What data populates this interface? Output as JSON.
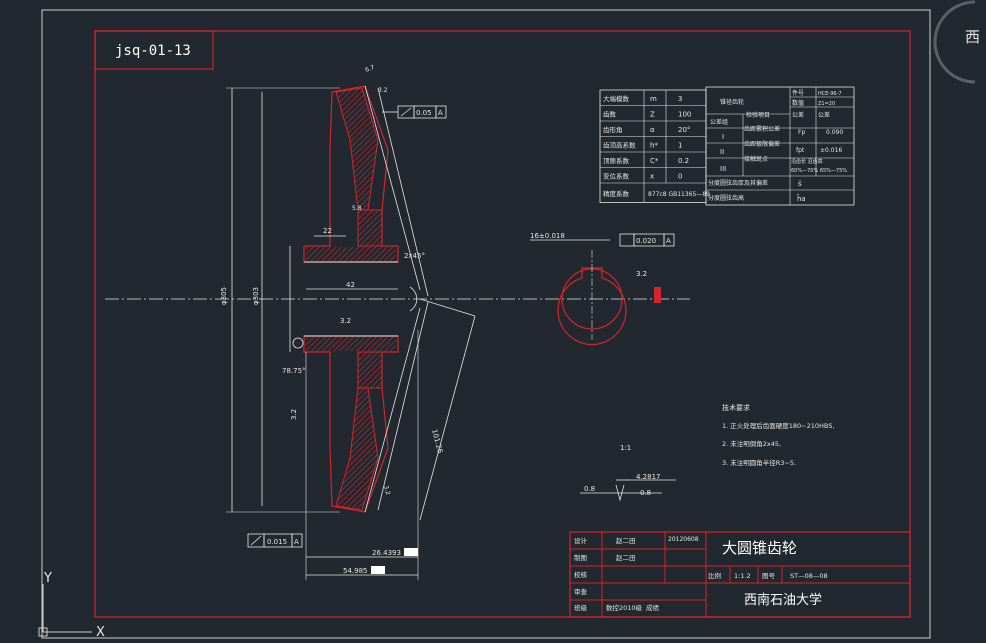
{
  "drawing_id": "jsq-01-13",
  "title_block": {
    "part_name": "大圆锥齿轮",
    "school": "西南石油大学",
    "rows": [
      {
        "label": "设计",
        "name": "赵二田",
        "date": "20120608"
      },
      {
        "label": "制图",
        "name": "赵二田"
      },
      {
        "label": "校核"
      },
      {
        "label": "审查"
      },
      {
        "label": "班级",
        "name": "数控2010级",
        "extra": "成绩"
      }
    ],
    "scale_label": "比例",
    "scale_value": "1:1.2",
    "drawing_no_label": "图号",
    "drawing_no_value": "ST—08—08"
  },
  "gear_params": [
    {
      "name": "大端模数",
      "symbol": "m",
      "value": "3"
    },
    {
      "name": "齿数",
      "symbol": "Z",
      "value": "100"
    },
    {
      "name": "齿形角",
      "symbol": "α",
      "value": "20°"
    },
    {
      "name": "齿顶高系数",
      "symbol": "h*",
      "value": "1"
    },
    {
      "name": "顶隙系数",
      "symbol": "C*",
      "value": "0.2"
    },
    {
      "name": "变位系数",
      "symbol": "x",
      "value": "0"
    },
    {
      "name": "精度系数",
      "symbol": "",
      "value": "877c8  GB11365—89"
    }
  ],
  "inspection": {
    "header": "检验项目",
    "left_header": "锥径齿轮",
    "rows": [
      {
        "group": "公差组",
        "item": "检验项目",
        "sym": "",
        "val": ""
      },
      {
        "group": "I",
        "item": "齿距累积公差",
        "sym": "Fp",
        "val": "0.090"
      },
      {
        "group": "II",
        "item": "齿距极限偏差",
        "sym": "fpt",
        "val": "±0.016"
      },
      {
        "group": "III",
        "item": "接触斑点",
        "sym": "沿齿长 沿齿高",
        "val": "60%—70%  65%—75%"
      }
    ],
    "right_col": [
      "件号",
      "数值",
      "HCE-96-7",
      "Z1=20",
      "公差",
      "公差"
    ],
    "bottom_rows": [
      {
        "label": "分度圆弦齿厚及其偏差",
        "sym": "s̄"
      },
      {
        "label": "分度圆弦齿高",
        "sym": "h̄a"
      }
    ]
  },
  "tech_requirements": {
    "title": "技术要求",
    "items": [
      "1. 正火处理后齿面硬度180~210HBS,",
      "2. 未注明倒角2x45,",
      "3. 未注明圆角半径R3~5."
    ]
  },
  "dims": {
    "runout_top": "0.05",
    "runout_bottom": "0.015",
    "datum": "A",
    "keyway_width": "16±0.018",
    "symmetry": "0.020",
    "keyway_rough": "3.2",
    "d1": "22",
    "d2": "42",
    "angle1": "78.75°",
    "len1": "26.4393",
    "len2": "54.985",
    "len_diag": "101.26",
    "scale_note": "1:1",
    "chamfer": "2x45°",
    "rough1": "3.2",
    "rough2": "0.8",
    "rough3": "0.8",
    "detail_dim": "4.2817",
    "dia_big": "φ305",
    "dia_mid": "φ303",
    "r_small": "3.2",
    "rough_left": "3.2",
    "dim_67": "6.7",
    "dim_58": "5.8",
    "dim_32a": "3.2",
    "dim_32b": "3.2"
  },
  "ucs": {
    "y": "Y",
    "x": "X"
  },
  "corner_glyph": "西"
}
